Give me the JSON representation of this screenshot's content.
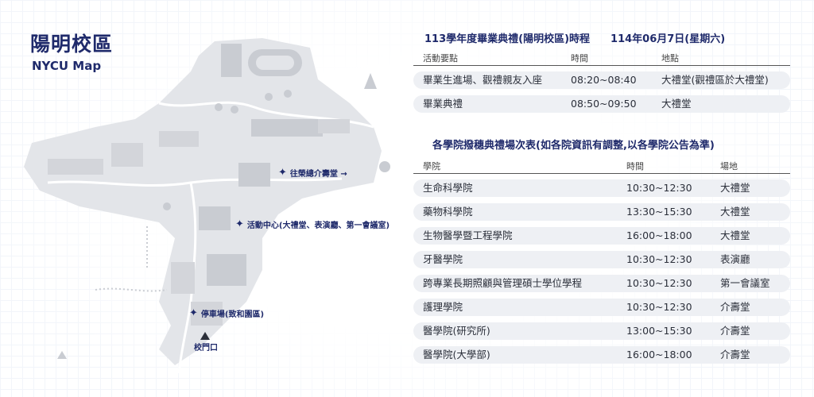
{
  "header": {
    "title_cn": "陽明校區",
    "title_en": "NYCU Map"
  },
  "map": {
    "labels": {
      "jieshou": "往榮總介壽堂 →",
      "activity_center": "活動中心(大禮堂、表演廳、第一會議室)",
      "parking": "停車場(致和園區)",
      "gate": "校門口"
    }
  },
  "schedule": {
    "title": "113學年度畢業典禮(陽明校區)時程",
    "date": "114年06月7日(星期六)",
    "columns": [
      "活動要點",
      "時間",
      "地點"
    ],
    "rows": [
      {
        "event": "畢業生進場、觀禮親友入座",
        "time": "08:20~08:40",
        "place": "大禮堂(觀禮區於大禮堂)"
      },
      {
        "event": "畢業典禮",
        "time": "08:50~09:50",
        "place": "大禮堂"
      }
    ]
  },
  "colleges": {
    "title": "各學院撥穗典禮場次表(如各院資訊有調整,以各學院公告為準)",
    "columns": [
      "學院",
      "時間",
      "場地"
    ],
    "rows": [
      {
        "name": "生命科學院",
        "time": "10:30~12:30",
        "venue": "大禮堂"
      },
      {
        "name": "藥物科學院",
        "time": "13:30~15:30",
        "venue": "大禮堂"
      },
      {
        "name": "生物醫學暨工程學院",
        "time": "16:00~18:00",
        "venue": "大禮堂"
      },
      {
        "name": "牙醫學院",
        "time": "10:30~12:30",
        "venue": "表演廳"
      },
      {
        "name": "跨專業長期照顧與管理碩士學位學程",
        "time": "10:30~12:30",
        "venue": "第一會議室"
      },
      {
        "name": "護理學院",
        "time": "10:30~12:30",
        "venue": "介壽堂"
      },
      {
        "name": "醫學院(研究所)",
        "time": "13:00~15:30",
        "venue": "介壽堂"
      },
      {
        "name": "醫學院(大學部)",
        "time": "16:00~18:00",
        "venue": "介壽堂"
      }
    ]
  },
  "colors": {
    "navy": "#1f2a6b",
    "row_bg": "#eef0f4",
    "map_gray": "#e3e5e9",
    "building": "#c9ccd2"
  }
}
